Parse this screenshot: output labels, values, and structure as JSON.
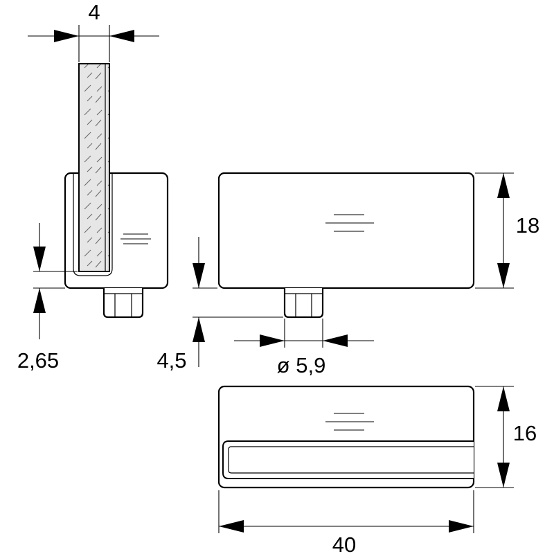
{
  "dimensions": {
    "glass_thickness": "4",
    "height": "18",
    "offset_a": "2,65",
    "offset_b": "4,5",
    "pin_diameter": "ø 5,9",
    "depth": "16",
    "length": "40"
  },
  "colors": {
    "line": "#000000",
    "glass_fill": "#e6e6e6",
    "background": "#ffffff"
  }
}
